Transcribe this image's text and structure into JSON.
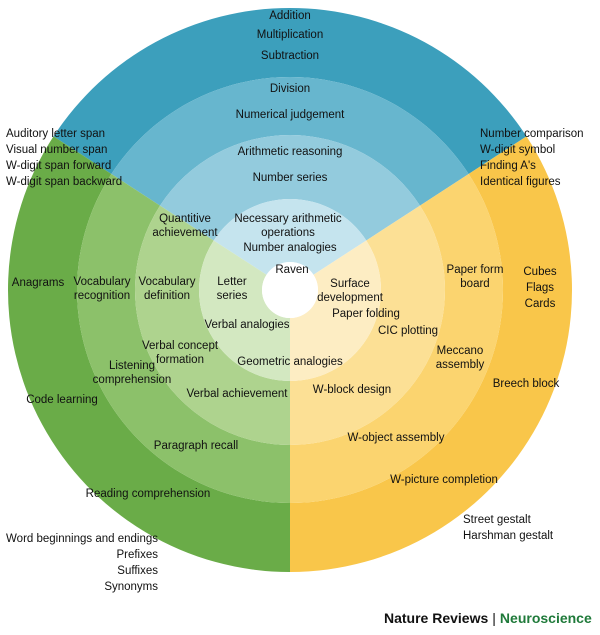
{
  "colors": {
    "math": [
      "#3c9fbc",
      "#67b6ce",
      "#93cbdd",
      "#c5e4ee"
    ],
    "verbal": [
      "#6aac48",
      "#8cc16a",
      "#aed38e",
      "#d3e8c1"
    ],
    "spatial": [
      "#f9c64a",
      "#fbd46f",
      "#fce095",
      "#fdedc3"
    ],
    "center": "#ffffff"
  },
  "labels": [
    {
      "id": "label-addition",
      "lines": [
        "Addition"
      ]
    },
    {
      "id": "label-multiplication",
      "lines": [
        "Multiplication"
      ]
    },
    {
      "id": "label-subtraction",
      "lines": [
        "Subtraction"
      ]
    },
    {
      "id": "label-division",
      "lines": [
        "Division"
      ]
    },
    {
      "id": "label-numerical-judgement",
      "lines": [
        "Numerical judgement"
      ]
    },
    {
      "id": "label-arithmetic-reasoning",
      "lines": [
        "Arithmetic reasoning"
      ]
    },
    {
      "id": "label-number-series",
      "lines": [
        "Number series"
      ]
    },
    {
      "id": "label-necessary-arithmetic-operations",
      "lines": [
        "Necessary arithmetic",
        "operations"
      ]
    },
    {
      "id": "label-number-analogies",
      "lines": [
        "Number analogies"
      ]
    },
    {
      "id": "label-raven",
      "lines": [
        "Raven"
      ]
    },
    {
      "id": "label-letter-series",
      "lines": [
        "Letter",
        "series"
      ]
    },
    {
      "id": "label-surface-development",
      "lines": [
        "Surface",
        "development"
      ]
    },
    {
      "id": "label-paper-folding",
      "lines": [
        "Paper folding"
      ]
    },
    {
      "id": "label-cic-plotting",
      "lines": [
        "CIC plotting"
      ]
    },
    {
      "id": "label-verbal-analogies",
      "lines": [
        "Verbal analogies"
      ]
    },
    {
      "id": "label-geometric-analogies",
      "lines": [
        "Geometric analogies"
      ]
    },
    {
      "id": "label-quantitive-achievement",
      "lines": [
        "Quantitive",
        "achievement"
      ]
    },
    {
      "id": "label-vocabulary-definition",
      "lines": [
        "Vocabulary",
        "definition"
      ]
    },
    {
      "id": "label-vocabulary-recognition",
      "lines": [
        "Vocabulary",
        "recognition"
      ]
    },
    {
      "id": "label-verbal-concept-formation",
      "lines": [
        "Verbal concept",
        "formation"
      ]
    },
    {
      "id": "label-listening-comprehension",
      "lines": [
        "Listening",
        "comprehension"
      ]
    },
    {
      "id": "label-verbal-achievement",
      "lines": [
        "Verbal achievement"
      ]
    },
    {
      "id": "label-anagrams",
      "lines": [
        "Anagrams"
      ]
    },
    {
      "id": "label-code-learning",
      "lines": [
        "Code learning"
      ]
    },
    {
      "id": "label-paragraph-recall",
      "lines": [
        "Paragraph recall"
      ]
    },
    {
      "id": "label-reading-comprehension",
      "lines": [
        "Reading comprehension"
      ]
    },
    {
      "id": "label-paper-form-board",
      "lines": [
        "Paper form",
        "board"
      ]
    },
    {
      "id": "label-cubes-flags-cards",
      "lines": [
        "Cubes",
        "Flags",
        "Cards"
      ]
    },
    {
      "id": "label-meccano-assembly",
      "lines": [
        "Meccano",
        "assembly"
      ]
    },
    {
      "id": "label-breech-block",
      "lines": [
        "Breech block"
      ]
    },
    {
      "id": "label-w-block-design",
      "lines": [
        "W-block design"
      ]
    },
    {
      "id": "label-w-object-assembly",
      "lines": [
        "W-object assembly"
      ]
    },
    {
      "id": "label-w-picture-completion",
      "lines": [
        "W-picture completion"
      ]
    },
    {
      "id": "label-left-outside-list",
      "lines": [
        "Auditory letter span",
        "Visual number span",
        "W-digit span forward",
        "W-digit span backward"
      ]
    },
    {
      "id": "label-right-outside-list",
      "lines": [
        "Number comparison",
        "W-digit symbol",
        "Finding A's",
        "Identical figures"
      ]
    },
    {
      "id": "label-bottom-left-list",
      "lines": [
        "Word beginnings and endings",
        "Prefixes",
        "Suffixes",
        "Synonyms"
      ]
    },
    {
      "id": "label-bottom-right-list",
      "lines": [
        "Street gestalt",
        "Harshman gestalt"
      ]
    }
  ],
  "footer": {
    "journal": "Nature Reviews",
    "separator": "|",
    "section": "Neuroscience",
    "section_color": "#1f7a3a"
  }
}
